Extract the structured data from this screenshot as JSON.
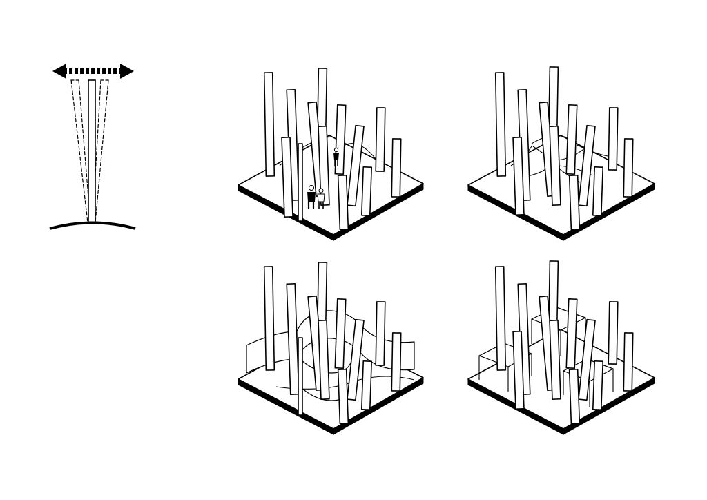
{
  "diagram": {
    "background_color": "#ffffff",
    "line_color": "#000000",
    "elements": [
      {
        "id": "pillar-sway",
        "kind": "single pillar with double-headed arrow and dashed sway outlines on a curved ground"
      },
      {
        "id": "grid-people",
        "kind": "isometric slab with pillars and human figures"
      },
      {
        "id": "grid-membrane",
        "kind": "isometric slab with pillars connected by tensile membranes"
      },
      {
        "id": "grid-walls",
        "kind": "isometric slab with pillars and curved partition walls"
      },
      {
        "id": "grid-canopies",
        "kind": "isometric slab with pillars and table-like canopies"
      }
    ]
  }
}
